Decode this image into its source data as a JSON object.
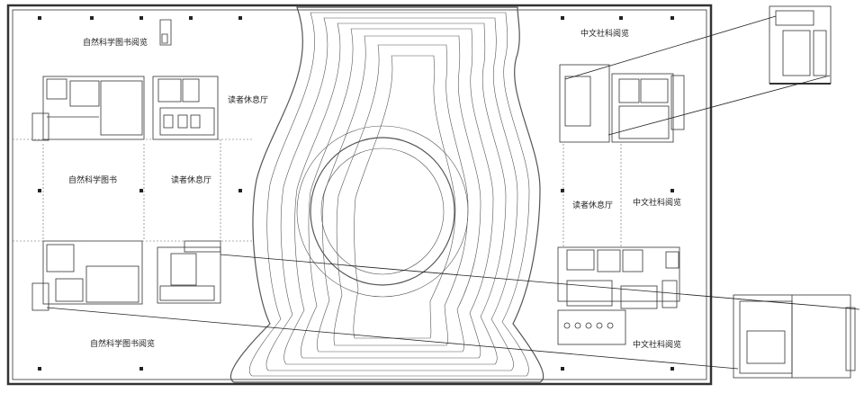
{
  "labels": {
    "reading_natural_top": "自然科学图书阅览",
    "reading_natural_mid": "自然科学图书",
    "reading_natural_bottom": "自然科学图书阅览",
    "lounge_left_top": "读者休息厅",
    "lounge_left_mid": "读者休息厅",
    "lounge_right": "读者休息厅",
    "reading_chinese_top": "中文社科阅览",
    "reading_chinese_mid": "中文社科阅览",
    "reading_chinese_bottom": "中文社科阅览"
  }
}
